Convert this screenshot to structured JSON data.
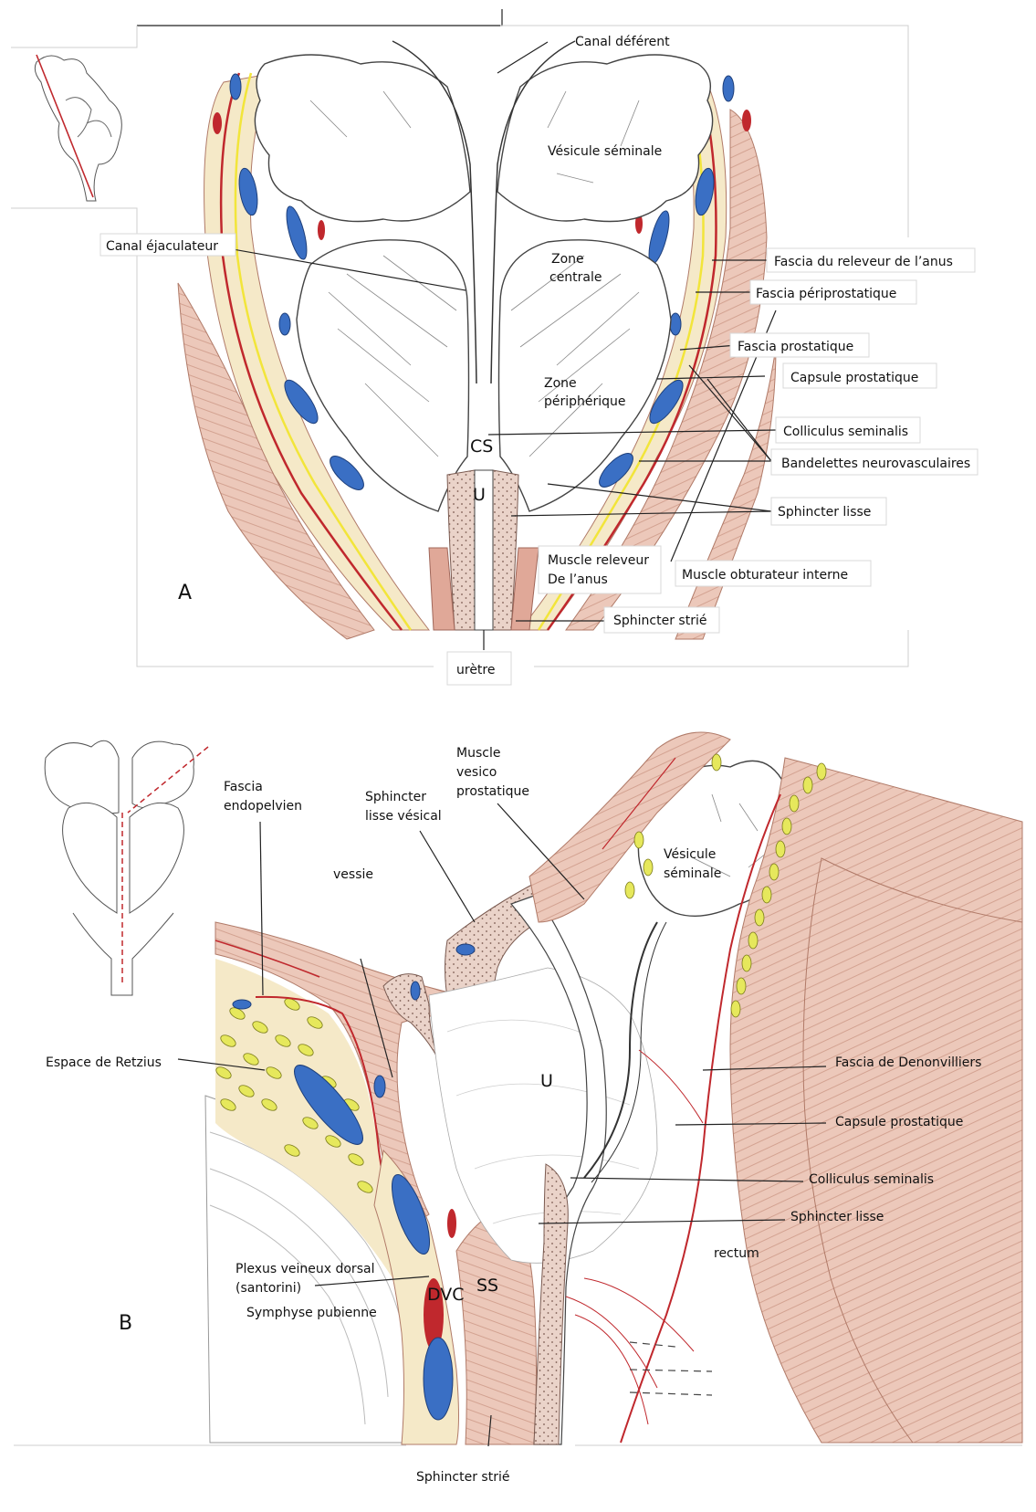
{
  "panel_a": {
    "letter": "A",
    "labels": {
      "canal_deferent": "Canal déférent",
      "vesicule_seminale": "Vésicule séminale",
      "canal_ejaculateur": "Canal éjaculateur",
      "zone_centrale_1": "Zone",
      "zone_centrale_2": "centrale",
      "zone_peripherique_1": "Zone",
      "zone_peripherique_2": "périphérique",
      "fascia_releveur": "Fascia du releveur de l’anus",
      "fascia_periprostatique": "Fascia périprostatique",
      "fascia_prostatique": "Fascia prostatique",
      "capsule_prostatique": "Capsule prostatique",
      "colliculus": "Colliculus seminalis",
      "bandelettes": "Bandelettes neurovasculaires",
      "sphincter_lisse": "Sphincter lisse",
      "muscle_releveur_1": "Muscle releveur",
      "muscle_releveur_2": "De l’anus",
      "muscle_obturateur": "Muscle obturateur interne",
      "sphincter_strie": "Sphincter strié",
      "uretre": "urètre",
      "cs": "CS",
      "u": "U"
    }
  },
  "panel_b": {
    "letter": "B",
    "labels": {
      "fascia_endopelvien_1": "Fascia",
      "fascia_endopelvien_2": "endopelvien",
      "muscle_vesico_1": "Muscle",
      "muscle_vesico_2": "vesico",
      "muscle_vesico_3": "prostatique",
      "sphincter_vesical_1": "Sphincter",
      "sphincter_vesical_2": "lisse vésical",
      "vessie": "vessie",
      "vesicule_1": "Vésicule",
      "vesicule_2": "séminale",
      "espace_retzius": "Espace de Retzius",
      "fascia_denonvilliers": "Fascia de Denonvilliers",
      "capsule_prostatique": "Capsule prostatique",
      "colliculus": "Colliculus seminalis",
      "sphincter_lisse": "Sphincter lisse",
      "rectum": "rectum",
      "plexus_1": "Plexus veineux dorsal",
      "plexus_2": "(santorini)",
      "symphyse": "Symphyse pubienne",
      "dvc": "DVC",
      "ss": "SS",
      "u": "U",
      "sphincter_strie": "Sphincter strié"
    }
  },
  "colors": {
    "muscle": "#e9c3b5",
    "muscle_line": "#b07a68",
    "fascia_fill": "#f5e9c8",
    "capsule_red": "#c0282d",
    "nerve_yellow": "#f2e53a",
    "vein_blue": "#3a6fc4",
    "artery_red": "#c0282d",
    "fat_yellow": "#e6e85c",
    "sphincter_pink": "#e8c8bd"
  }
}
